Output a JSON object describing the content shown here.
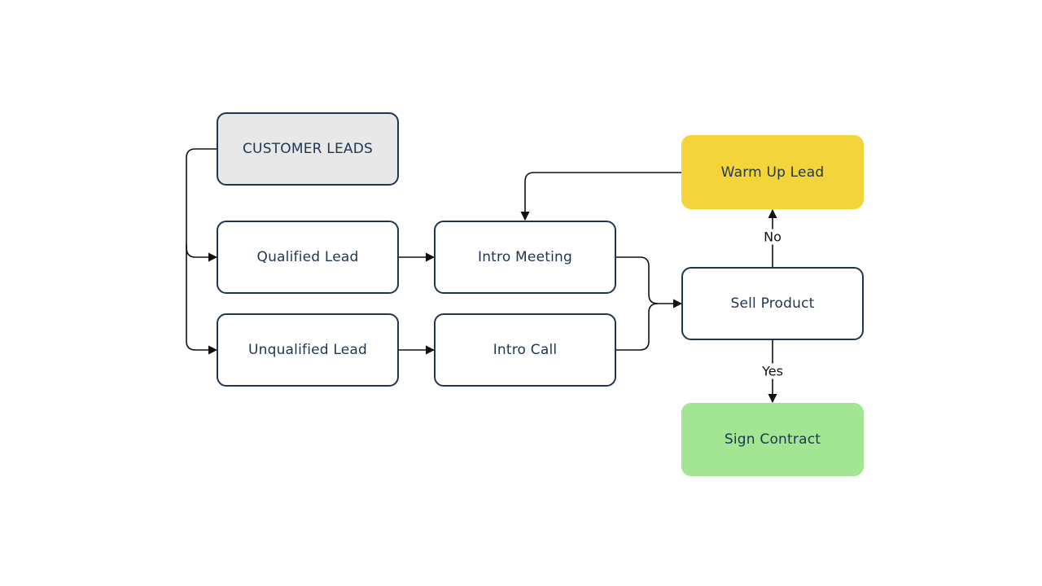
{
  "diagram": {
    "nodes": {
      "customer_leads": "CUSTOMER LEADS",
      "qualified_lead": "Qualified Lead",
      "unqualified_lead": "Unqualified Lead",
      "intro_meeting": "Intro Meeting",
      "intro_call": "Intro Call",
      "sell_product": "Sell Product",
      "warm_up_lead": "Warm Up Lead",
      "sign_contract": "Sign Contract"
    },
    "edge_labels": {
      "no": "No",
      "yes": "Yes"
    },
    "edges": [
      {
        "from": "customer_leads",
        "to": "qualified_lead"
      },
      {
        "from": "customer_leads",
        "to": "unqualified_lead"
      },
      {
        "from": "qualified_lead",
        "to": "intro_meeting"
      },
      {
        "from": "unqualified_lead",
        "to": "intro_call"
      },
      {
        "from": "intro_meeting",
        "to": "sell_product"
      },
      {
        "from": "intro_call",
        "to": "sell_product"
      },
      {
        "from": "sell_product",
        "to": "warm_up_lead",
        "label": "no"
      },
      {
        "from": "sell_product",
        "to": "sign_contract",
        "label": "yes"
      },
      {
        "from": "warm_up_lead",
        "to": "intro_meeting"
      }
    ],
    "colors": {
      "outline": "#1f3552",
      "start_fill": "#e8e8e8",
      "warm_fill": "#f3d43b",
      "sign_fill": "#a2e593",
      "connector": "#111111"
    }
  }
}
